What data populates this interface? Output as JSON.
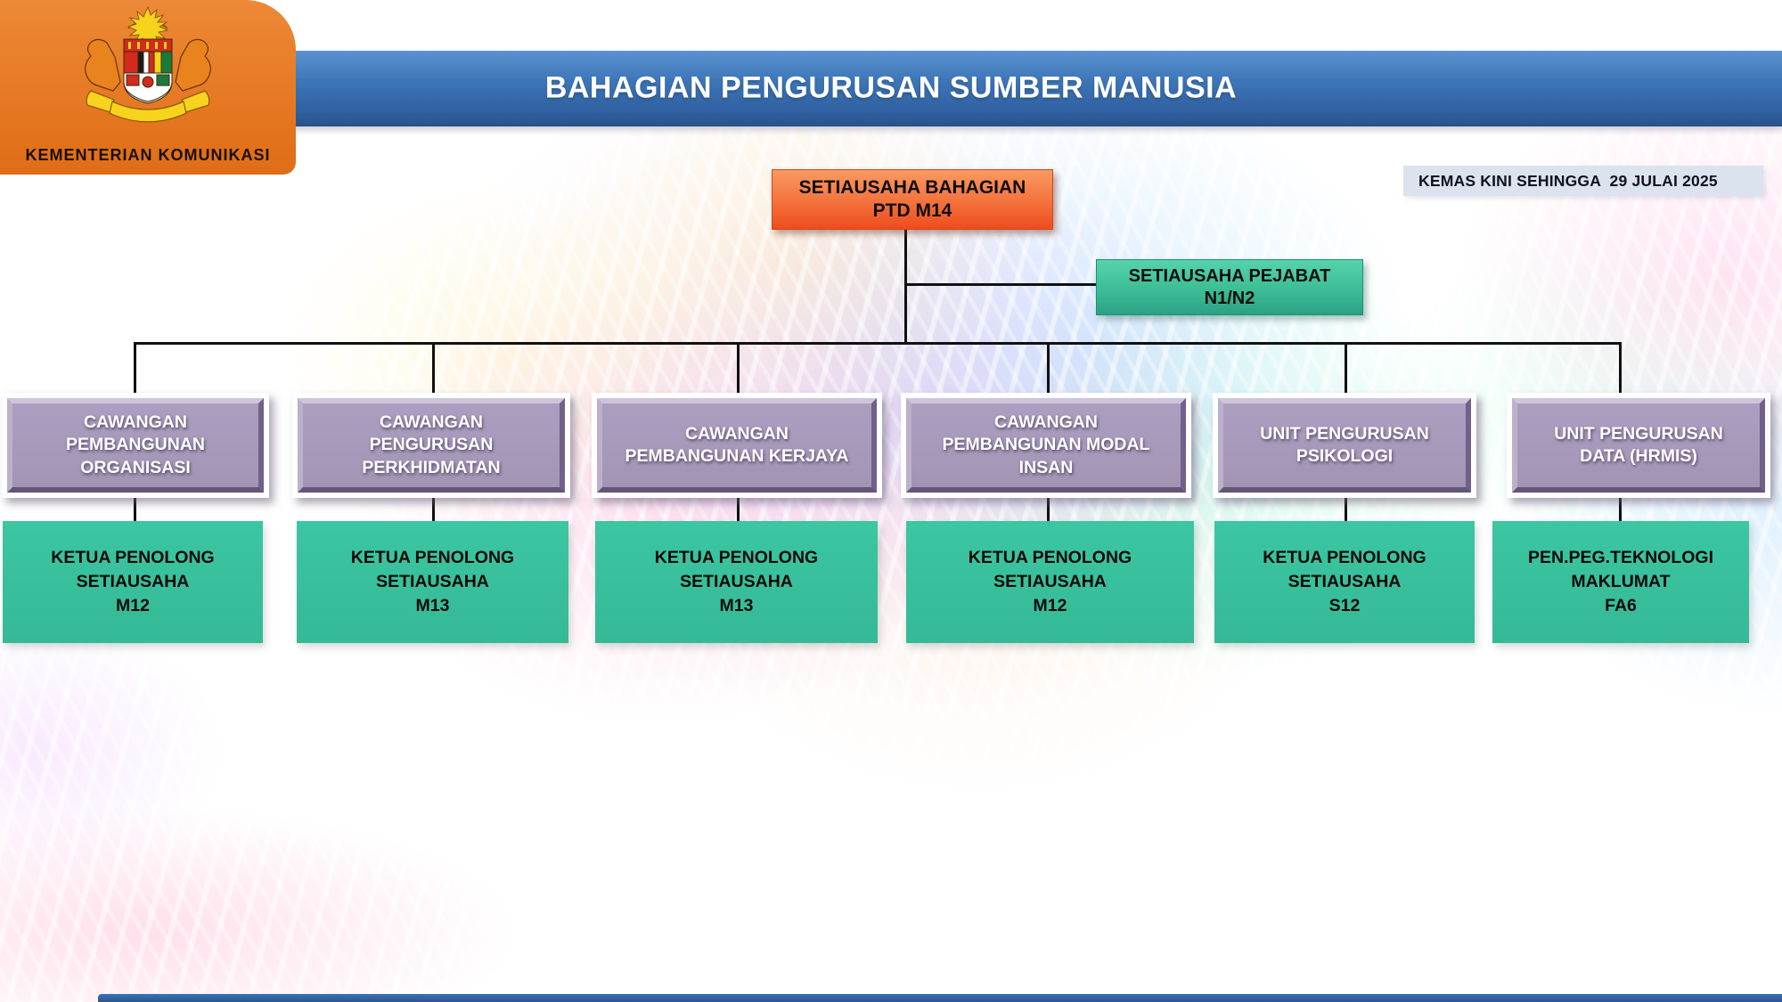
{
  "header": {
    "title": "BAHAGIAN PENGURUSAN SUMBER MANUSIA",
    "ministry_label": "KEMENTERIAN KOMUNIKASI",
    "updated_label": "KEMAS KINI SEHINGGA  29 JULAI 2025"
  },
  "org_chart": {
    "root": {
      "label": "SETIAUSAHA BAHAGIAN\nPTD M14"
    },
    "office_secretary": {
      "label": "SETIAUSAHA PEJABAT\nN1/N2"
    },
    "branches": [
      {
        "unit": "CAWANGAN\nPEMBANGUNAN\nORGANISASI",
        "head": "KETUA PENOLONG\nSETIAUSAHA\nM12"
      },
      {
        "unit": "CAWANGAN\nPENGURUSAN\nPERKHIDMATAN",
        "head": "KETUA PENOLONG\nSETIAUSAHA\nM13"
      },
      {
        "unit": "CAWANGAN\nPEMBANGUNAN KERJAYA",
        "head": "KETUA PENOLONG\nSETIAUSAHA\nM13"
      },
      {
        "unit": "CAWANGAN\nPEMBANGUNAN MODAL\nINSAN",
        "head": "KETUA PENOLONG\nSETIAUSAHA\nM12"
      },
      {
        "unit": "UNIT PENGURUSAN\nPSIKOLOGI",
        "head": "KETUA PENOLONG\nSETIAUSAHA\nS12"
      },
      {
        "unit": "UNIT PENGURUSAN\nDATA (HRMIS)",
        "head": "PEN.PEG.TEKNOLOGI\nMAKLUMAT\nFA6"
      }
    ]
  },
  "icons": {
    "emblem": "malaysia-coat-of-arms"
  },
  "colors": {
    "header_blue": "#3d76b8",
    "panel_orange": "#e4751f",
    "root_orange": "#ee4c1e",
    "green": "#38c3a0",
    "purple": "#a79aba",
    "updated_bg": "#dae3ee",
    "connector": "#111111"
  }
}
